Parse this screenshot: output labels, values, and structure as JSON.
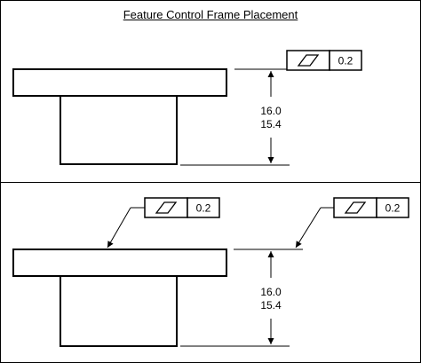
{
  "title": "Feature Control Frame Placement",
  "top_example": {
    "tolerance": "0.2",
    "dimension_upper": "16.0",
    "dimension_lower": "15.4"
  },
  "bottom_example": {
    "left_frame_tolerance": "0.2",
    "right_frame_tolerance": "0.2",
    "dimension_upper": "16.0",
    "dimension_lower": "15.4"
  },
  "symbols": {
    "flatness": "parallelogram-icon"
  }
}
